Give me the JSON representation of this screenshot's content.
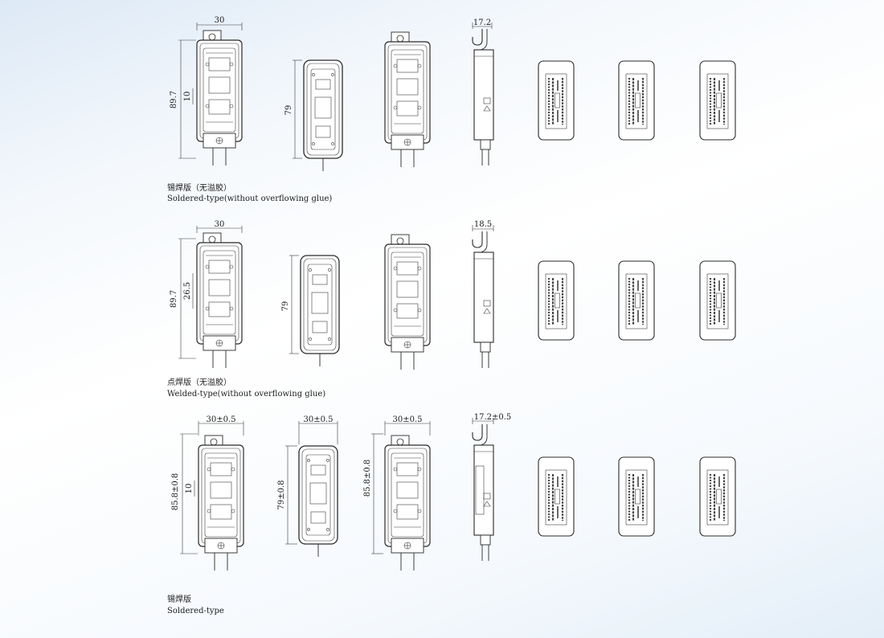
{
  "rows": [
    {
      "caption_cn": "锡焊版（无溢胶）",
      "caption_en": "Soldered-type(without overflowing glue)",
      "front_width": "30",
      "front_height": "89.7",
      "front_inner": "10",
      "back_height": "79",
      "side_depth": "17.2"
    },
    {
      "caption_cn": "点焊版（无溢胶）",
      "caption_en": "Welded-type(without overflowing glue)",
      "front_width": "30",
      "front_height": "89.7",
      "front_inner": "26.5",
      "back_height": "79",
      "side_depth": "18.5"
    },
    {
      "caption_cn": "锡焊版",
      "caption_en": "Soldered-type",
      "front_width": "30±0.5",
      "front_height": "85.8±0.8",
      "front_inner": "10",
      "back_width": "30±0.5",
      "back_height": "79±0.8",
      "mid_width": "30±0.5",
      "mid_height": "85.8±0.8",
      "side_depth": "17.2±0.5"
    }
  ]
}
